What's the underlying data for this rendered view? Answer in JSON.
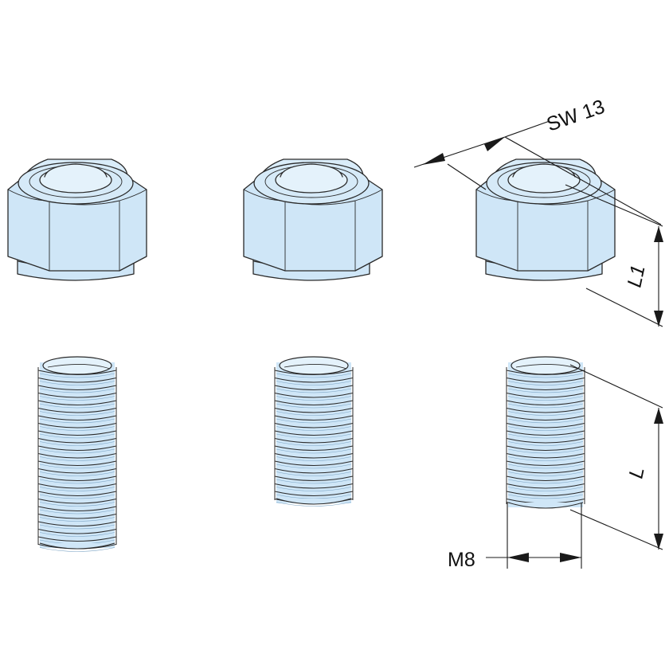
{
  "colors": {
    "part_fill": "#cfe6f7",
    "part_fill_dark": "#b9d7ef",
    "part_highlight": "#e4f2fb",
    "outline": "#2a2a2a",
    "dimension": "#1a1a1a"
  },
  "dimensions": {
    "wrench_size": "SW 13",
    "nut_height": "L1",
    "stud_length": "L",
    "thread_size": "M8"
  }
}
